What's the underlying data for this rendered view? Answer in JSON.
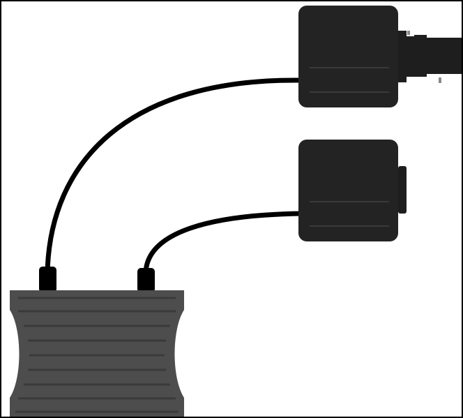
{
  "diagram": {
    "colors": {
      "background": "#ffffff",
      "border": "#000000",
      "cable": "#000000",
      "camera_body": "#232323",
      "camera_seam": "#3a3a3a",
      "lens": "#1e1e1e",
      "hub_body": "#4d4d4d",
      "hub_ridge": "#3a3a3a",
      "connector": "#000000"
    },
    "components": [
      {
        "kind": "camera",
        "variant": "with-lens",
        "icon": "camera-with-lens-icon"
      },
      {
        "kind": "camera",
        "variant": "without-lens",
        "icon": "camera-icon"
      },
      {
        "kind": "hub",
        "variant": "ribbed",
        "icon": "hub-icon"
      }
    ],
    "cables": [
      {
        "from": "hub-connector-1",
        "to": "camera-with-lens"
      },
      {
        "from": "hub-connector-2",
        "to": "camera-without-lens"
      }
    ]
  }
}
